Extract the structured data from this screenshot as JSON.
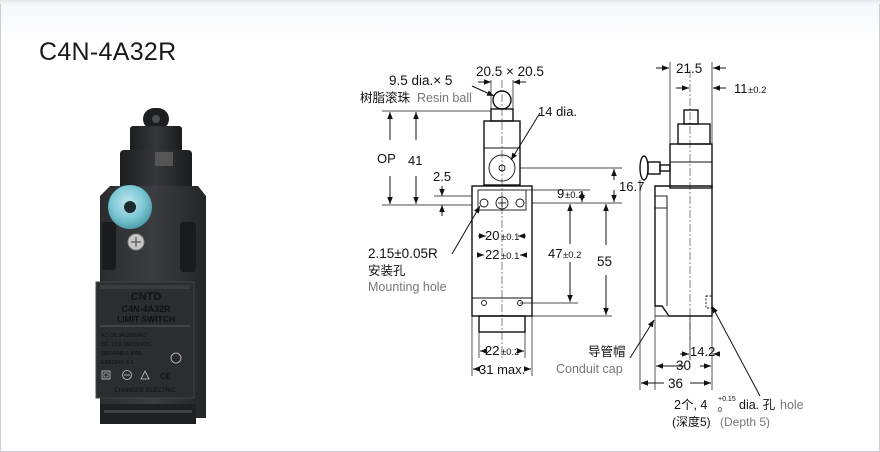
{
  "title": "C4N-4A32R",
  "product": {
    "brand": "CNTD",
    "model": "C4N-4A32R",
    "type": "LIMIT SWITCH",
    "spec_ac": "AC-15  3A/250VAC",
    "spec_dc": "DC-13  0.3A/220VDC",
    "spec_std": "GB14048.5  IP66",
    "spec_en": "EN60947-5-1",
    "maker": "CHANGDE ELECTRIC",
    "mark_ccc": "CCC",
    "mark_ce": "CE"
  },
  "front_view": {
    "dim_top_width": "20.5 × 20.5",
    "roller_dia": "9.5 dia.× 5",
    "resin_cn": "树脂滚珠",
    "resin_en": "Resin ball",
    "hole_14": "14 dia.",
    "op": "OP",
    "h41": "41",
    "h2_5": "2.5",
    "h16_7": "16.7",
    "d9": "9",
    "tol_9": "±0.2",
    "d20": "20",
    "tol_20": "±0.1",
    "d22a": "22",
    "tol_22a": "±0.1",
    "d47": "47",
    "tol_47": "±0.2",
    "h55": "55",
    "mount_r": "2.15±0.05R",
    "mount_cn": "安装孔",
    "mount_en": "Mounting hole",
    "d22b": "22",
    "tol_22b": "±0.2",
    "d31": "31 max."
  },
  "side_view": {
    "w21_5": "21.5",
    "d11": "11",
    "tol_11": "±0.2",
    "d14_2": "14.2",
    "d30": "30",
    "d36": "36",
    "conduit_cn": "导管帽",
    "conduit_en": "Conduit cap",
    "hole_prefix": "2个, 4",
    "hole_sup": "+0.15",
    "hole_sub": "0",
    "hole_dia": "dia. 孔",
    "hole_en": "hole",
    "depth_cn": "(深度5)",
    "depth_en": "(Depth 5)"
  }
}
